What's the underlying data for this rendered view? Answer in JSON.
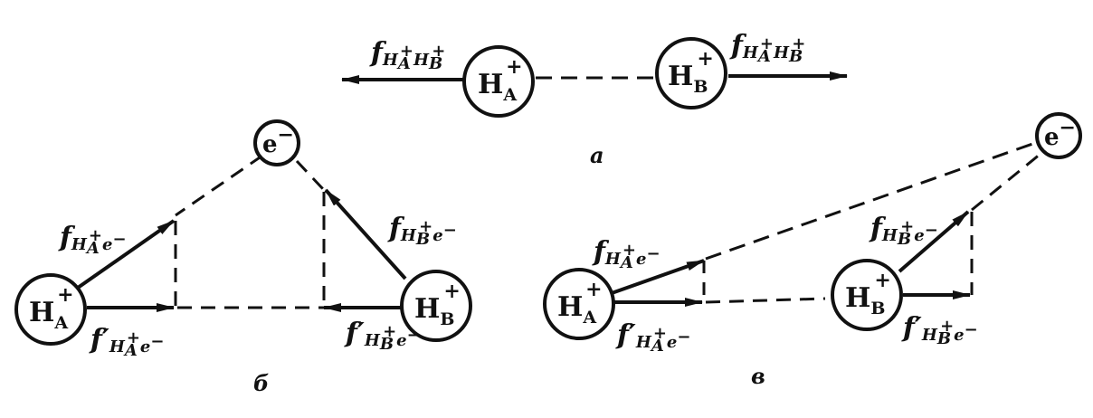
{
  "panels": {
    "a": {
      "caption": "а",
      "force_label": "f",
      "force_sub_1": "H",
      "force_sub_2": "A",
      "force_sub_3": "H",
      "force_sub_4": "B",
      "plus": "+"
    },
    "b": {
      "caption": "б",
      "f_label": "f",
      "fprime_label": "f′"
    },
    "c": {
      "caption": "в"
    }
  },
  "nodes": {
    "proton": "H",
    "sub_a": "A",
    "sub_b": "B",
    "plus": "+",
    "electron": "e",
    "minus": "−"
  }
}
